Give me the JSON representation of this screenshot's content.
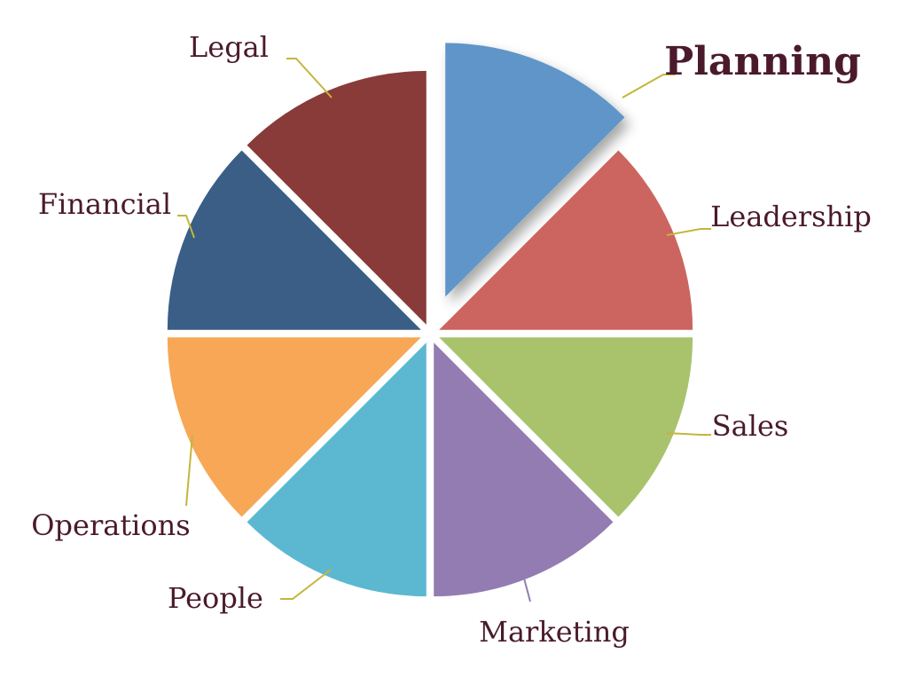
{
  "chart_data": {
    "type": "pie",
    "title": "",
    "emphasized": "Planning",
    "slices": [
      {
        "label": "Planning",
        "value": 12.5,
        "color": "#5f95c9"
      },
      {
        "label": "Leadership",
        "value": 12.5,
        "color": "#cc655f"
      },
      {
        "label": "Sales",
        "value": 12.5,
        "color": "#a8c36c"
      },
      {
        "label": "Marketing",
        "value": 12.5,
        "color": "#937cb1"
      },
      {
        "label": "People",
        "value": 12.5,
        "color": "#5cb8d1"
      },
      {
        "label": "Operations",
        "value": 12.5,
        "color": "#f7a756"
      },
      {
        "label": "Financial",
        "value": 12.5,
        "color": "#3a5e86"
      },
      {
        "label": "Legal",
        "value": 12.5,
        "color": "#883b39"
      }
    ],
    "label_color": "#4a1a2c",
    "leader_color": "#c4b63a",
    "leader_color_marketing": "#937cb1"
  }
}
